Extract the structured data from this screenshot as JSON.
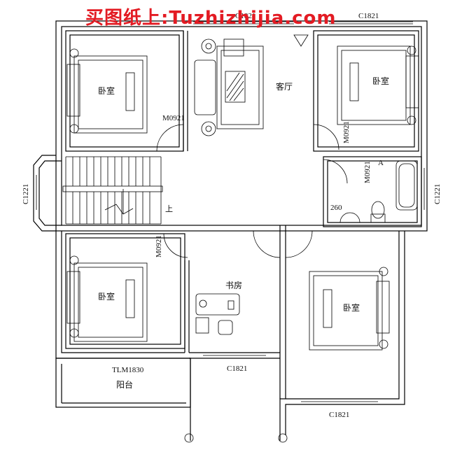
{
  "watermark": "买图纸上:Tuzhizhijia.com",
  "rooms": {
    "bedroom_nw": "卧室",
    "bedroom_ne": "卧室",
    "bedroom_sw": "卧室",
    "bedroom_se": "卧室",
    "living_room": "客厅",
    "study": "书房",
    "balcony": "阳台"
  },
  "labels": {
    "door_nw": "M0921",
    "door_ne": "M0921",
    "door_bath": "M0921",
    "door_sw": "M0921",
    "window_top_mid": "C1821",
    "window_top_right": "C1821",
    "window_left": "C1221",
    "window_right": "C1221",
    "balcony_door": "TLM1830",
    "window_study": "C1821",
    "window_bottom_right": "C1821",
    "stair_up": "上",
    "bath_dim": "260",
    "bath_mark": "A"
  }
}
